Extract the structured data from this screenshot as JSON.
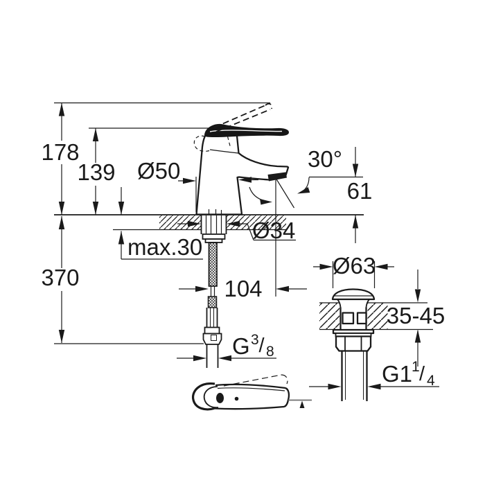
{
  "drawing": {
    "type": "technical-dimension-drawing",
    "subject": "single-lever basin mixer with pop-up waste",
    "background_color": "#ffffff",
    "ink_color": "#1a1a1a"
  },
  "labels": {
    "total_height": "178",
    "spout_height": "139",
    "base_diameter": "Ø50",
    "spout_angle": "30°",
    "outlet_height": "61",
    "shank_diameter": "Ø34",
    "max_deck_thickness": "max.30",
    "supply_length": "370",
    "spout_reach": "104",
    "waste_cap_diameter": "Ø63",
    "waste_deck_range": "35-45",
    "supply_thread": {
      "base": "G",
      "numerator": "3",
      "slash": "/",
      "denominator": "8"
    },
    "waste_thread": {
      "base": "G1",
      "numerator": "1",
      "slash": "/",
      "denominator": "4"
    }
  }
}
